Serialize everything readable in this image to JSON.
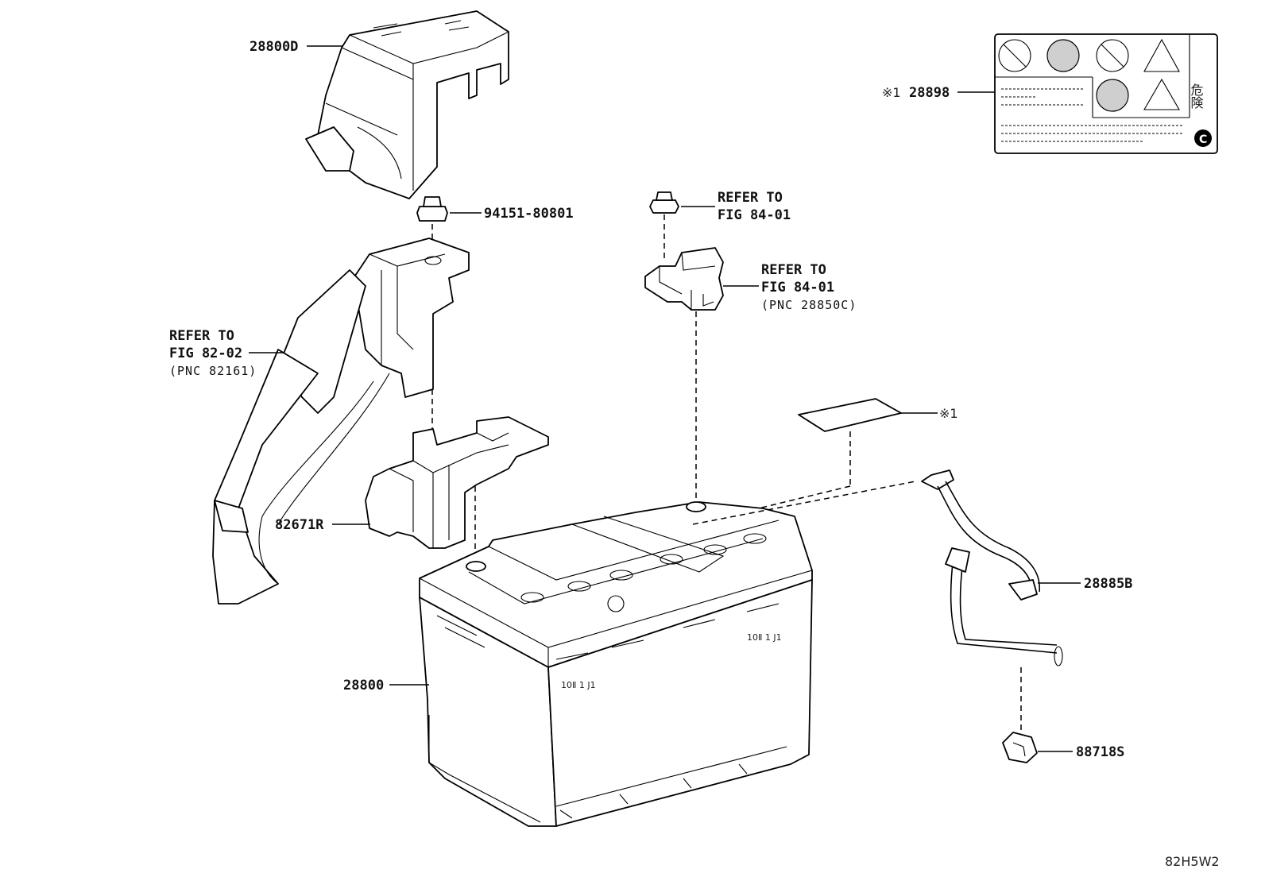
{
  "labels": {
    "p28800D": "28800D",
    "p94151": "94151-80801",
    "refer1_line1": "REFER TO",
    "refer1_line2": "FIG 84-01",
    "refer2_line1": "REFER TO",
    "refer2_line2": "FIG 84-01",
    "refer2_line3": "(PNC 28850C)",
    "refer3_line1": "REFER TO",
    "refer3_line2": "FIG 82-02",
    "refer3_line3": "(PNC 82161)",
    "p28898_mark": "※1",
    "p28898": "28898",
    "note_mark": "※1",
    "p82671R": "82671R",
    "p28885B": "28885B",
    "p28800": "28800",
    "p88718S": "88718S",
    "label_kanji": "危険",
    "label_c": "C",
    "battery_mark": "10Ⅱ 1 J1",
    "diagram_code": "82H5W2"
  }
}
